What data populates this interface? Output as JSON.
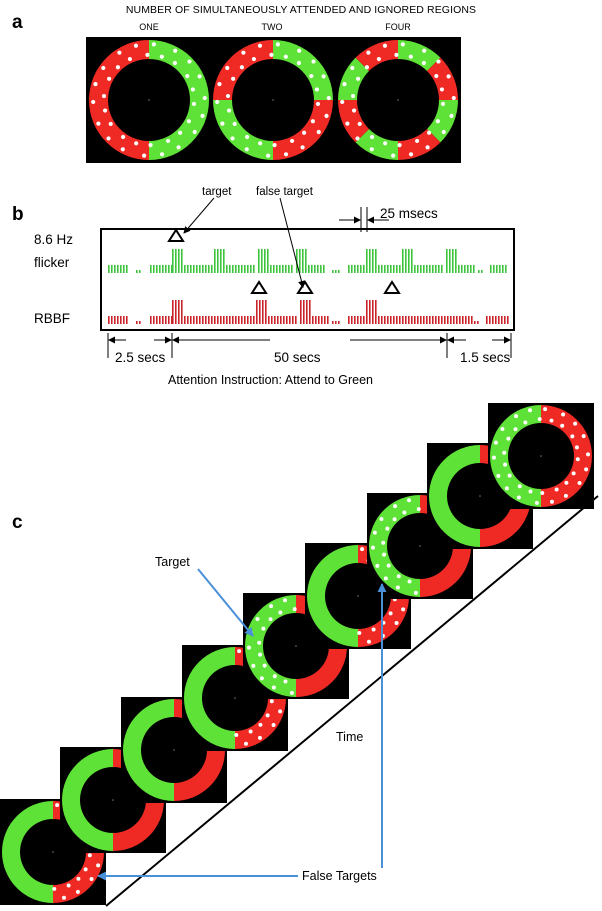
{
  "colors": {
    "green": "#5fe237",
    "red": "#ef2a24",
    "black": "#000000",
    "white": "#ffffff",
    "green_bars": "#3cc43c",
    "red_bars": "#c8242a",
    "arrow_blue": "#4a90d9"
  },
  "panel_a": {
    "letter": "a",
    "title": "NUMBER OF SIMULTANEOUSLY ATTENDED AND IGNORED REGIONS",
    "rings": [
      {
        "label": "ONE",
        "segments": [
          "green",
          "red"
        ]
      },
      {
        "label": "TWO",
        "segments": [
          "green",
          "red",
          "green",
          "red"
        ]
      },
      {
        "label": "FOUR",
        "segments": [
          "green",
          "red",
          "green",
          "red",
          "green",
          "red",
          "green",
          "red"
        ]
      }
    ]
  },
  "panel_b": {
    "letter": "b",
    "row_green_label_line1": "8.6 Hz",
    "row_green_label_line2": "flicker",
    "row_red_label": "RBBF",
    "target_label": "target",
    "false_target_label": "false target",
    "interval_label": "25 msecs",
    "durations": [
      "2.5 secs",
      "50 secs",
      "1.5 secs"
    ],
    "instruction": "Attention Instruction: Attend to Green"
  },
  "panel_c": {
    "letter": "c",
    "target_label": "Target",
    "time_label": "Time",
    "false_targets_label": "False Targets",
    "frames": [
      {
        "dots_on": "red"
      },
      {
        "dots_on": "none"
      },
      {
        "dots_on": "none"
      },
      {
        "dots_on": "red"
      },
      {
        "dots_on": "green"
      },
      {
        "dots_on": "red"
      },
      {
        "dots_on": "green"
      },
      {
        "dots_on": "none"
      },
      {
        "dots_on": "both"
      }
    ]
  }
}
